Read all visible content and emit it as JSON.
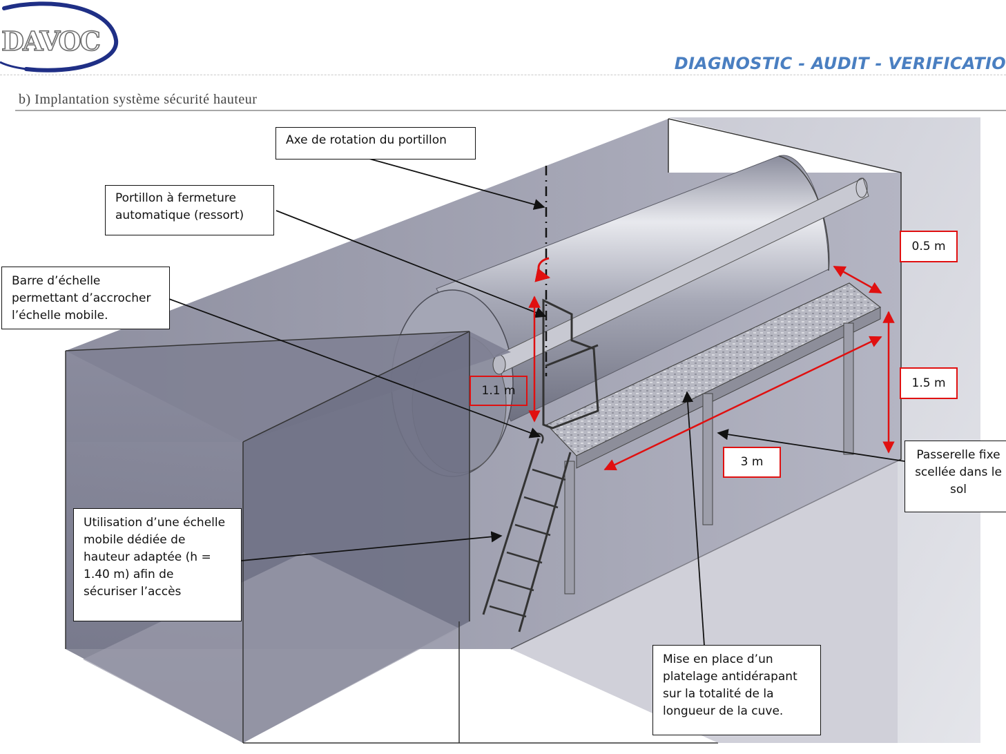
{
  "header": {
    "logo_text": "DAVOC",
    "tagline": "DIAGNOSTIC - AUDIT - VERIFICATIO"
  },
  "section": {
    "heading": "b)  Implantation système sécurité hauteur"
  },
  "callouts": {
    "axis": "Axe de rotation du portillon",
    "gate_line1": "Portillon à fermeture",
    "gate_line2": "automatique (ressort)",
    "bar_line1": "Barre d’échelle",
    "bar_line2": "permettant d’accrocher",
    "bar_line3": "l’échelle mobile.",
    "ladder_line1": "Utilisation d’une échelle",
    "ladder_line2": "mobile dédiée de",
    "ladder_line3": "hauteur adaptée (h =",
    "ladder_line4": "1.40 m) afin de",
    "ladder_line5": "sécuriser l’accès",
    "walkway_line1": "Passerelle fixe",
    "walkway_line2": "scellée dans le",
    "walkway_line3": "sol",
    "decking_line1": "Mise en place d’un",
    "decking_line2": "platelage antidérapant",
    "decking_line3": "sur la totalité de la",
    "decking_line4": "longueur de la cuve."
  },
  "dimensions": {
    "width": "0.5 m",
    "height": "1.5 m",
    "gate_height": "1.1 m",
    "length": "3 m"
  },
  "colors": {
    "tagline": "#4a7fc1",
    "dimension_marker": "#e01010",
    "logo_ring": "#1f2f86"
  }
}
